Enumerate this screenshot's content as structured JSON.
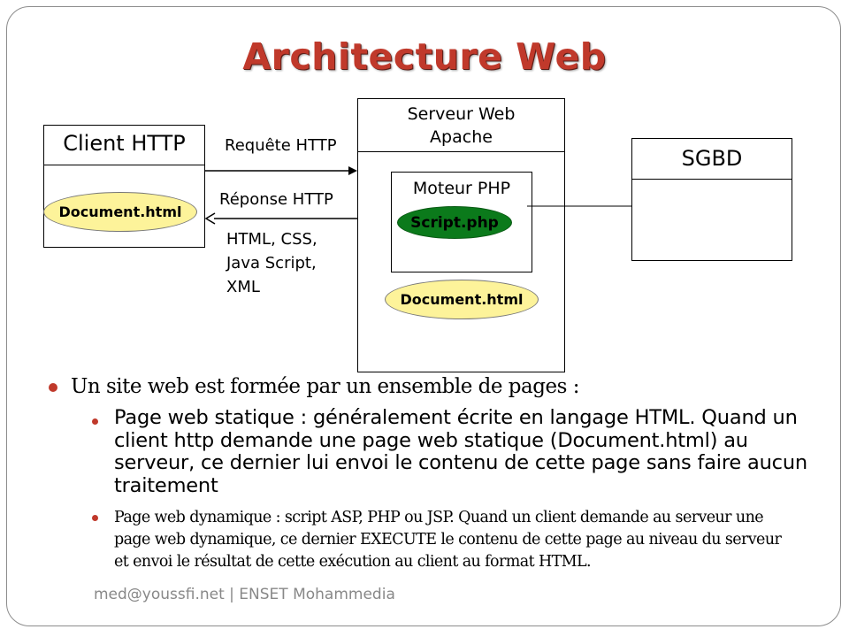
{
  "slide": {
    "title": "Architecture Web",
    "footer": "med@youssfi.net | ENSET Mohammedia"
  },
  "diagram": {
    "client": {
      "title": "Client HTTP",
      "document": "Document.html"
    },
    "server": {
      "title_line1": "Serveur Web",
      "title_line2": "Apache",
      "engine": {
        "title": "Moteur PHP",
        "script": "Script.php"
      },
      "document": "Document.html"
    },
    "db": {
      "title": "SGBD"
    },
    "request_label": "Requête HTTP",
    "response_label": "Réponse HTTP",
    "formats": [
      "HTML, CSS,",
      "Java Script,",
      "XML"
    ]
  },
  "content": {
    "bullet_main": "Un site web est formée par un ensemble de pages :",
    "bullet_static": "Page web statique : généralement écrite en langage HTML. Quand un client http demande une page web statique (Document.html) au serveur, ce dernier lui envoi le contenu de cette page sans faire aucun traitement",
    "bullet_dynamic": "Page web dynamique : script ASP, PHP ou JSP. Quand un client demande au serveur une page web dynamique, ce dernier EXECUTE le contenu de cette page au niveau du serveur et envoi le résultat de cette exécution au client au format HTML."
  },
  "colors": {
    "title": "#c0392b",
    "bullet": "#c0392b",
    "ellipse_yellow": "#fdf39a",
    "ellipse_green": "#0b7a1b",
    "footer": "#888888"
  }
}
